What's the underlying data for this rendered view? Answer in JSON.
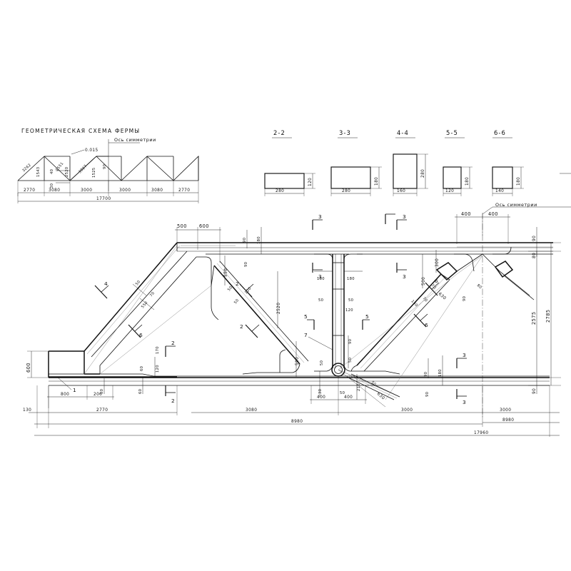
{
  "sheet": {
    "background": "#ffffff",
    "ink": "#111111"
  },
  "geometric_scheme": {
    "title": "ГЕОМЕТРИЧЕСКАЯ СХЕМА ФЕРМЫ",
    "symmetry_axis_label": "Ось симметрии",
    "slope_note": "0.015",
    "member_labels": [
      "3262",
      "1543",
      "1551",
      "2520",
      "3927",
      "1525",
      "90"
    ],
    "small_dims": [
      "40",
      "30"
    ],
    "bottom_chain": [
      "2770",
      "3080",
      "3000",
      "3000",
      "3080",
      "2770"
    ],
    "overall": "17700"
  },
  "sections": [
    {
      "name": "2-2",
      "width": "280",
      "height": "120"
    },
    {
      "name": "3-3",
      "width": "280",
      "height": "180"
    },
    {
      "name": "4-4",
      "width": "160",
      "height": "280"
    },
    {
      "name": "5-5",
      "width": "120",
      "height": "180"
    },
    {
      "name": "6-6",
      "width": "140",
      "height": "180"
    }
  ],
  "main_drawing": {
    "symmetry_axis_label": "Ось симметрии",
    "top_dims": {
      "left_500": "500",
      "left_600": "600",
      "right_400": "400"
    },
    "node_dims": {
      "a400": "400",
      "b400": "400"
    },
    "right_vertical": {
      "d90_top": "90",
      "d80": "80",
      "d2575": "2575",
      "d2785": "2785",
      "d90_bot": "90"
    },
    "left_vertical": {
      "d600": "600"
    },
    "left_bottom": {
      "d800": "800",
      "d200": "200",
      "d50": "50",
      "d60": "60",
      "d120": "120",
      "d170": "170"
    },
    "web_diag_left": {
      "a50": "50",
      "b70": "70",
      "c550": "550"
    },
    "web_diag_mid": {
      "a50": "50",
      "b50": "50",
      "c120": "120",
      "d2520": "2520"
    },
    "web_diag_right": {
      "a70": "70",
      "b70": "70",
      "c150": "150"
    },
    "center_node": {
      "h180_l": "180",
      "h180_r": "180",
      "v50_l": "50",
      "v50_r": "50",
      "v120": "120",
      "v90": "90",
      "v50": "50",
      "v30": "30",
      "v210": "210",
      "v50b": "50"
    },
    "chord_dims": {
      "t90": "90",
      "t180": "180",
      "b90": "90",
      "b180": "180",
      "m550": "550",
      "m500": "500",
      "m90": "90"
    },
    "right_node": {
      "d500": "500",
      "d630": "630",
      "d80": "80",
      "d90": "90",
      "d300": "300"
    },
    "mark_1": "1",
    "mark_2": "2",
    "section_marks": [
      "2",
      "3",
      "4",
      "5",
      "6",
      "7"
    ],
    "bottom_chain": [
      "130",
      "2770",
      "3080",
      "3000",
      "3000"
    ],
    "bottom_totals": [
      "8980",
      "8980",
      "17960"
    ]
  }
}
